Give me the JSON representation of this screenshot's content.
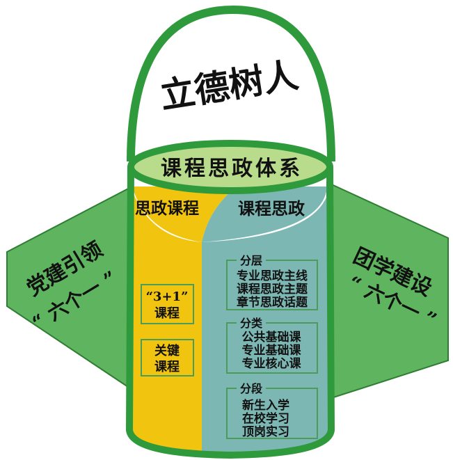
{
  "arch_title": "立德树人",
  "top_band_title": "课程思政体系",
  "left_wing": {
    "line1": "党建引领",
    "line2": "“ 六个一 ”"
  },
  "right_wing": {
    "line1": "团学建设",
    "line2": "“ 六个一 ”"
  },
  "left_column": {
    "header": "思政课程",
    "box1": {
      "line1": "“3+1”",
      "line2": "课程"
    },
    "box2": {
      "line1": "关键",
      "line2": "课程"
    }
  },
  "right_column": {
    "header": "课程思政",
    "groups": [
      {
        "label": "分层",
        "items": [
          "专业思政主线",
          "课程思政主题",
          "章节思政话题"
        ]
      },
      {
        "label": "分类",
        "items": [
          "公共基础课",
          "专业基础课",
          "专业核心课"
        ]
      },
      {
        "label": "分段",
        "items": [
          "新生入学",
          "在校学习",
          "顶岗实习"
        ]
      }
    ]
  },
  "colors": {
    "green_dark": "#2e9a3c",
    "green_wing": "#5fb55f",
    "green_light": "#b9dc8c",
    "yellow": "#f1c40f",
    "teal": "#7cb7b3"
  }
}
